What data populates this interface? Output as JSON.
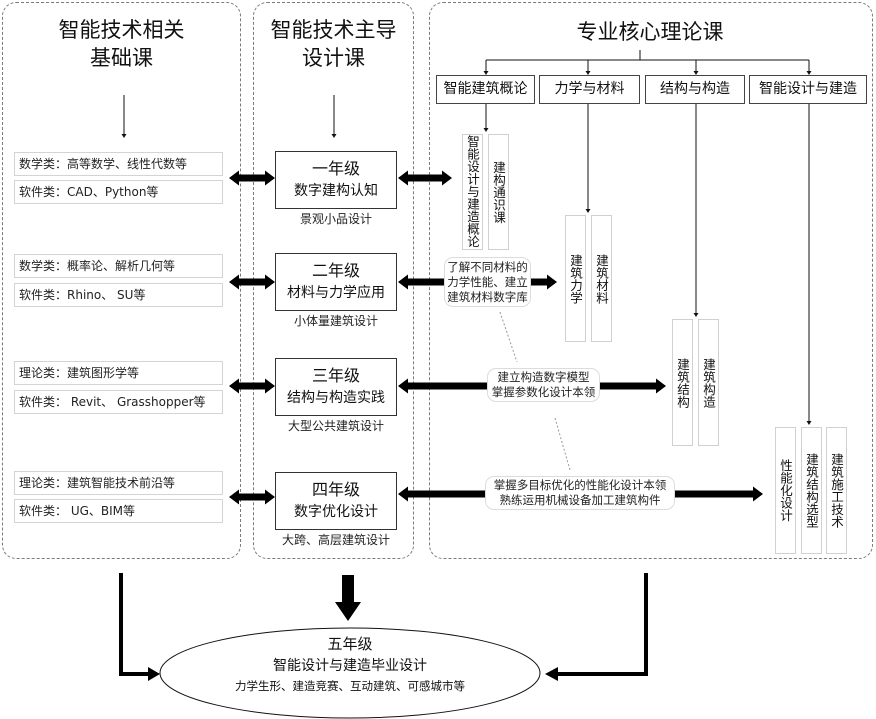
{
  "columns": {
    "foundation": {
      "title_lines": [
        "智能技术相关",
        "基础课"
      ]
    },
    "design": {
      "title_lines": [
        "智能技术主导",
        "设计课"
      ]
    },
    "theory": {
      "title": "专业核心理论课",
      "categories": [
        "智能建筑概论",
        "力学与材料",
        "结构与构造",
        "智能设计与建造"
      ]
    }
  },
  "rows": [
    {
      "foundation": [
        "数学类：高等数学、线性代数等",
        "软件类：CAD、Python等"
      ],
      "year": "一年级",
      "course": "数字建构认知",
      "project": "景观小品设计"
    },
    {
      "foundation": [
        "数学类：概率论、解析几何等",
        "软件类：Rhino、 SU等"
      ],
      "year": "二年级",
      "course": "材料与力学应用",
      "project": "小体量建筑设计",
      "goal_lines": [
        "了解不同材料的",
        "力学性能、建立",
        "建筑材料数字库"
      ]
    },
    {
      "foundation": [
        "理论类：建筑图形学等",
        "软件类： Revit、 Grasshopper等"
      ],
      "year": "三年级",
      "course": "结构与构造实践",
      "project": "大型公共建筑设计",
      "goal_lines": [
        "建立构造数字模型",
        "掌握参数化设计本领"
      ]
    },
    {
      "foundation": [
        "理论类：建筑智能技术前沿等",
        "软件类： UG、BIM等"
      ],
      "year": "四年级",
      "course": "数字优化设计",
      "project": "大跨、高层建筑设计",
      "goal_lines": [
        "掌握多目标优化的性能化设计本领",
        "熟练运用机械设备加工建筑构件"
      ]
    }
  ],
  "theory_courses": [
    [
      "智能设计与建造概论",
      "建构通识课"
    ],
    [
      "建筑力学",
      "建筑材料"
    ],
    [
      "建筑结构",
      "建筑构造"
    ],
    [
      "性能化设计",
      "建筑结构选型",
      "建筑施工技术"
    ]
  ],
  "graduation": {
    "year": "五年级",
    "course": "智能设计与建造毕业设计",
    "topics": "力学生形、建造竞赛、互动建筑、可感城市等"
  }
}
